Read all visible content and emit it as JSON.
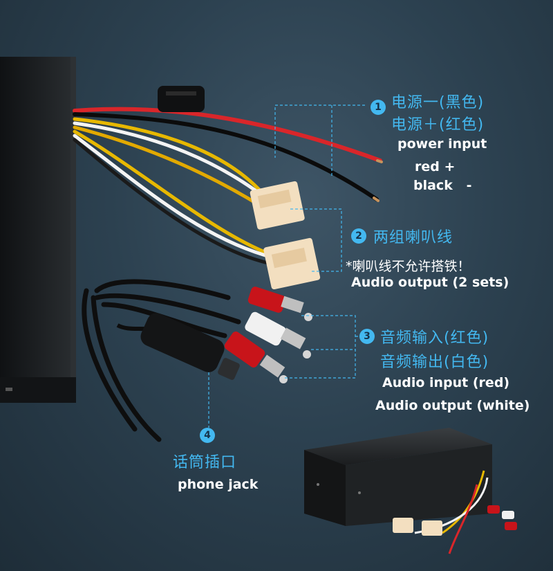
{
  "callouts": [
    {
      "number": "1",
      "cn_lines": [
        "电源一(黑色)",
        "电源＋(红色)"
      ],
      "en_lines": [
        "power input",
        "red +",
        "black   -"
      ]
    },
    {
      "number": "2",
      "cn_lines": [
        "两组喇叭线"
      ],
      "note": "*喇叭线不允许搭铁！",
      "en_lines": [
        "Audio output (2 sets)"
      ]
    },
    {
      "number": "3",
      "cn_lines": [
        "音频输入(红色)",
        "音频输出(白色)"
      ],
      "en_lines": [
        "Audio input (red)",
        "Audio output (white)"
      ]
    },
    {
      "number": "4",
      "cn_lines": [
        "话筒插口"
      ],
      "en_lines": [
        "phone jack"
      ]
    }
  ],
  "colors": {
    "accent_blue": "#43b8f0",
    "wire_red": "#d9262a",
    "wire_yellow": "#e7b800",
    "connector_beige": "#f3dfc0",
    "rca_red": "#c8141a",
    "rca_white": "#f1f1f1",
    "enclosure_black": "#17191b"
  }
}
